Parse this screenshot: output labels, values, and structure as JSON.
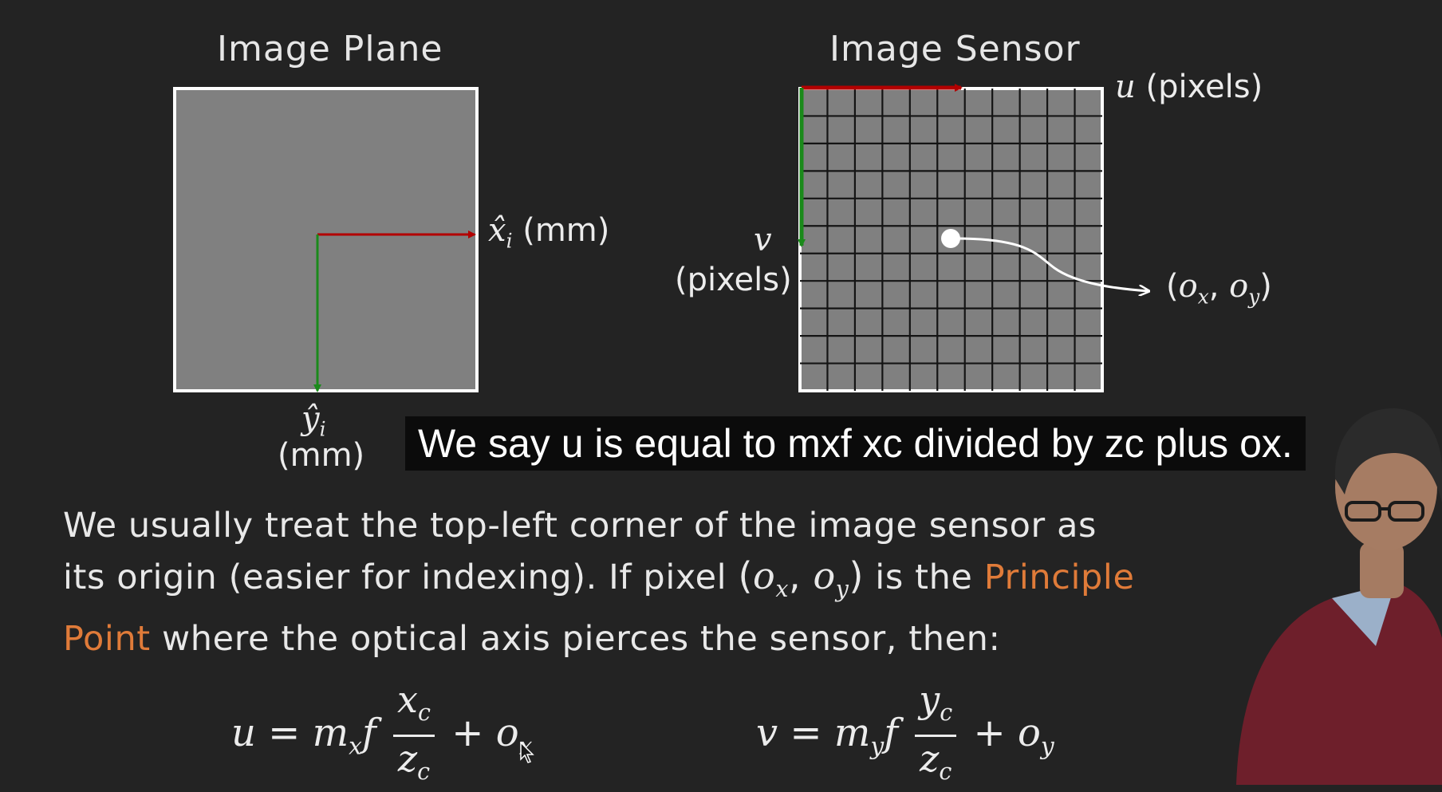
{
  "diagram": {
    "image_plane": {
      "title": "Image Plane",
      "x_axis_var": "x̂",
      "x_axis_sub": "i",
      "x_axis_unit": "(mm)",
      "y_axis_var": "ŷ",
      "y_axis_sub": "i",
      "y_axis_unit": "(mm)"
    },
    "image_sensor": {
      "title": "Image Sensor",
      "u_var": "u",
      "u_unit": "(pixels)",
      "v_var": "v",
      "v_unit": "(pixels)",
      "principal_point": {
        "open": "(",
        "ox": "o",
        "ox_sub": "x",
        "sep": ", ",
        "oy": "o",
        "oy_sub": "y",
        "close": ")"
      }
    }
  },
  "subtitle": "We say u is equal to mxf xc divided by zc plus ox.",
  "paragraph": {
    "line1": "We usually treat the top-left corner of the image sensor as",
    "line2_a": "its origin (easier for indexing). If pixel ",
    "line2_math_open": "(",
    "line2_ox": "o",
    "line2_ox_sub": "x",
    "line2_sep": ", ",
    "line2_oy": "o",
    "line2_oy_sub": "y",
    "line2_math_close": ")",
    "line2_b": " is the ",
    "accent_1": "Principle",
    "accent_2": "Point",
    "line3": " where the optical axis pierces the sensor, then:"
  },
  "equations": {
    "u": {
      "lhs": "u",
      "eq": " = ",
      "m": "m",
      "m_sub": "x",
      "f": "f",
      "num": "x",
      "num_sub": "c",
      "den": "z",
      "den_sub": "c",
      "plus": " + ",
      "o": "o",
      "o_sub": "x"
    },
    "v": {
      "lhs": "v",
      "eq": " = ",
      "m": "m",
      "m_sub": "y",
      "f": "f",
      "num": "y",
      "num_sub": "c",
      "den": "z",
      "den_sub": "c",
      "plus": " + ",
      "o": "o",
      "o_sub": "y"
    }
  },
  "colors": {
    "background": "#232323",
    "plane_fill": "#808080",
    "x_axis": "#b30000",
    "y_axis": "#1a8a1a",
    "accent_text": "#e07b39",
    "subtitle_bg": "#0b0b0b"
  }
}
